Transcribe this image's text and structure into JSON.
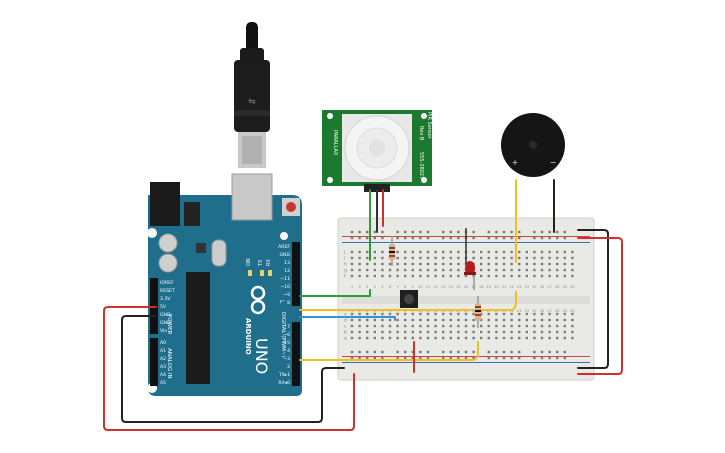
{
  "arduino": {
    "brand": "ARDUINO",
    "model": "UNO",
    "on_label": "ON",
    "tx_label": "TX",
    "rx_label": "RX",
    "l_label": "L",
    "top_pins": [
      "AREF",
      "GND",
      "13",
      "12",
      "~11",
      "~10",
      "~9",
      "8"
    ],
    "digital_pins": [
      "7",
      "~6",
      "~5",
      "4",
      "~3",
      "2",
      "TX▸1",
      "RX◂0"
    ],
    "digital_label": "DIGITAL (PWM~)",
    "power_pins": [
      "IOREF",
      "RESET",
      "3.3V",
      "5V",
      "GND",
      "GND",
      "Vin"
    ],
    "power_label": "POWER",
    "analog_pins": [
      "A0",
      "A1",
      "A2",
      "A3",
      "A4",
      "A5"
    ],
    "analog_label": "ANALOG IN",
    "ioref_label": "IOREF"
  },
  "pir": {
    "top_label": "PIR Sensor",
    "left_label": "PARALLAX",
    "right_label": "555-28027",
    "rev_label": "Rev B"
  },
  "breadboard": {
    "row_letters_top": [
      "j",
      "i",
      "h",
      "g",
      "f"
    ],
    "row_letters_bottom": [
      "e",
      "d",
      "c",
      "b",
      "a"
    ],
    "column_numbers": [
      "1",
      "2",
      "3",
      "4",
      "5",
      "6",
      "7",
      "8",
      "9",
      "10",
      "11",
      "12",
      "13",
      "14",
      "15",
      "16",
      "17",
      "18",
      "19",
      "20",
      "21",
      "22",
      "23",
      "24",
      "25",
      "26",
      "27",
      "28",
      "29",
      "30"
    ]
  },
  "buzzer": {
    "plus_label": "+",
    "minus_label": "−"
  },
  "colors": {
    "board_teal": "#1f6e8c",
    "board_dark": "#12506a",
    "pir_green": "#1b7a2f",
    "wire_red": "#d32f2f",
    "wire_black": "#222222",
    "wire_green": "#2e9e3a",
    "wire_blue": "#3b8fd6",
    "wire_yellow": "#f0c020",
    "breadboard": "#e9e9e6",
    "led_red": "#b71c1c"
  }
}
